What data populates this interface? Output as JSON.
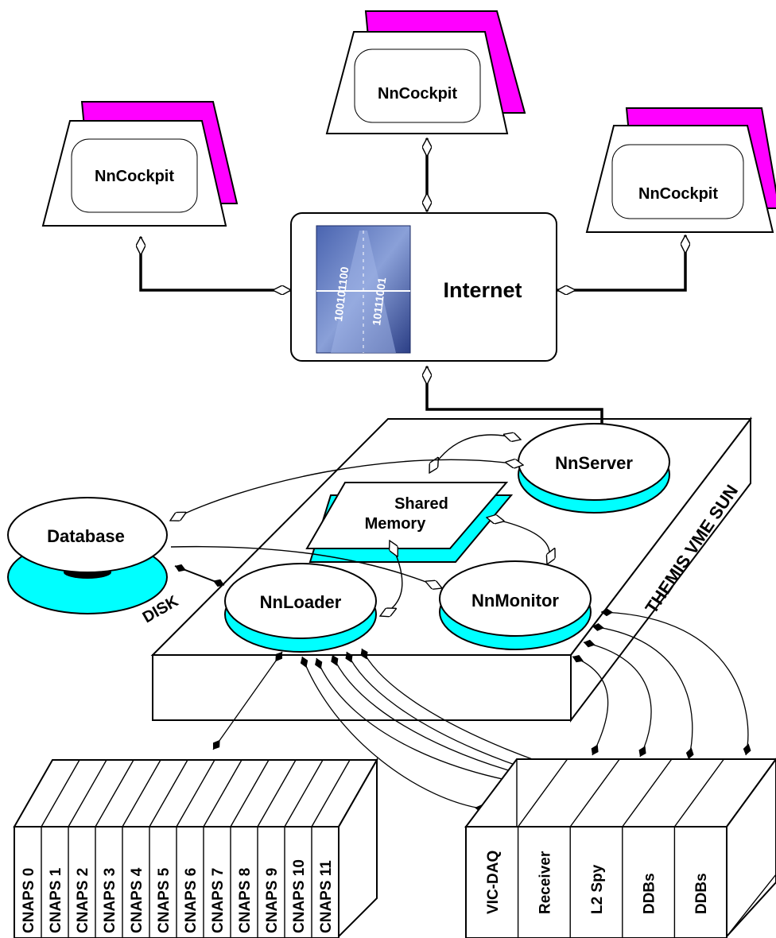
{
  "colors": {
    "accent_magenta": "#ff00ff",
    "accent_cyan": "#00ffff",
    "line": "#000000",
    "background": "#ffffff"
  },
  "cockpits": [
    "NnCockpit",
    "NnCockpit",
    "NnCockpit"
  ],
  "internet": {
    "label": "Internet",
    "icon": "binary-highway-icon"
  },
  "platform": {
    "label": "THEMIS VME SUN"
  },
  "shared_memory": {
    "line1": "Shared",
    "line2": "Memory"
  },
  "processes": {
    "server": "NnServer",
    "loader": "NnLoader",
    "monitor": "NnMonitor"
  },
  "database": {
    "label": "Database",
    "disk_label": "DISK"
  },
  "cnaps_cards": [
    "CNAPS 0",
    "CNAPS 1",
    "CNAPS 2",
    "CNAPS 3",
    "CNAPS 4",
    "CNAPS 5",
    "CNAPS 6",
    "CNAPS 7",
    "CNAPS 8",
    "CNAPS 9",
    "CNAPS 10",
    "CNAPS 11"
  ],
  "daq_cards": [
    "VIC-DAQ",
    "Receiver",
    "L2 Spy",
    "DDBs",
    "DDBs"
  ]
}
